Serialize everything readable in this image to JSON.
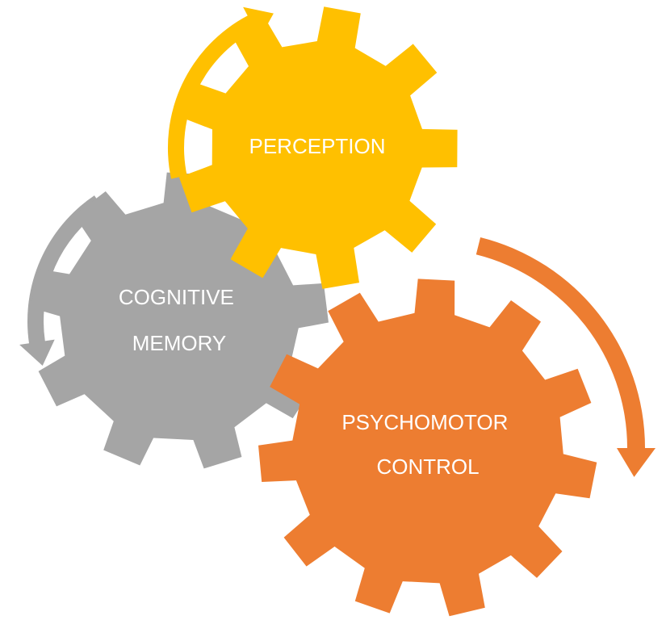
{
  "colors": {
    "background": "#ffffff",
    "gray": "#a5a5a5",
    "yellow": "#ffc000",
    "orange": "#ed7d31",
    "label": "#ffffff"
  },
  "gears": {
    "memory": {
      "lines": [
        "COGNITIVE",
        "MEMORY"
      ],
      "color": "#a5a5a5",
      "arrow_icon": "curved-arrow-down-left-icon"
    },
    "perception": {
      "lines": [
        "PERCEPTION"
      ],
      "color": "#ffc000",
      "arrow_icon": "curved-arrow-up-right-icon"
    },
    "psychomotor": {
      "lines": [
        "PSYCHOMOTOR",
        "CONTROL"
      ],
      "color": "#ed7d31",
      "arrow_icon": "curved-arrow-down-icon"
    }
  }
}
